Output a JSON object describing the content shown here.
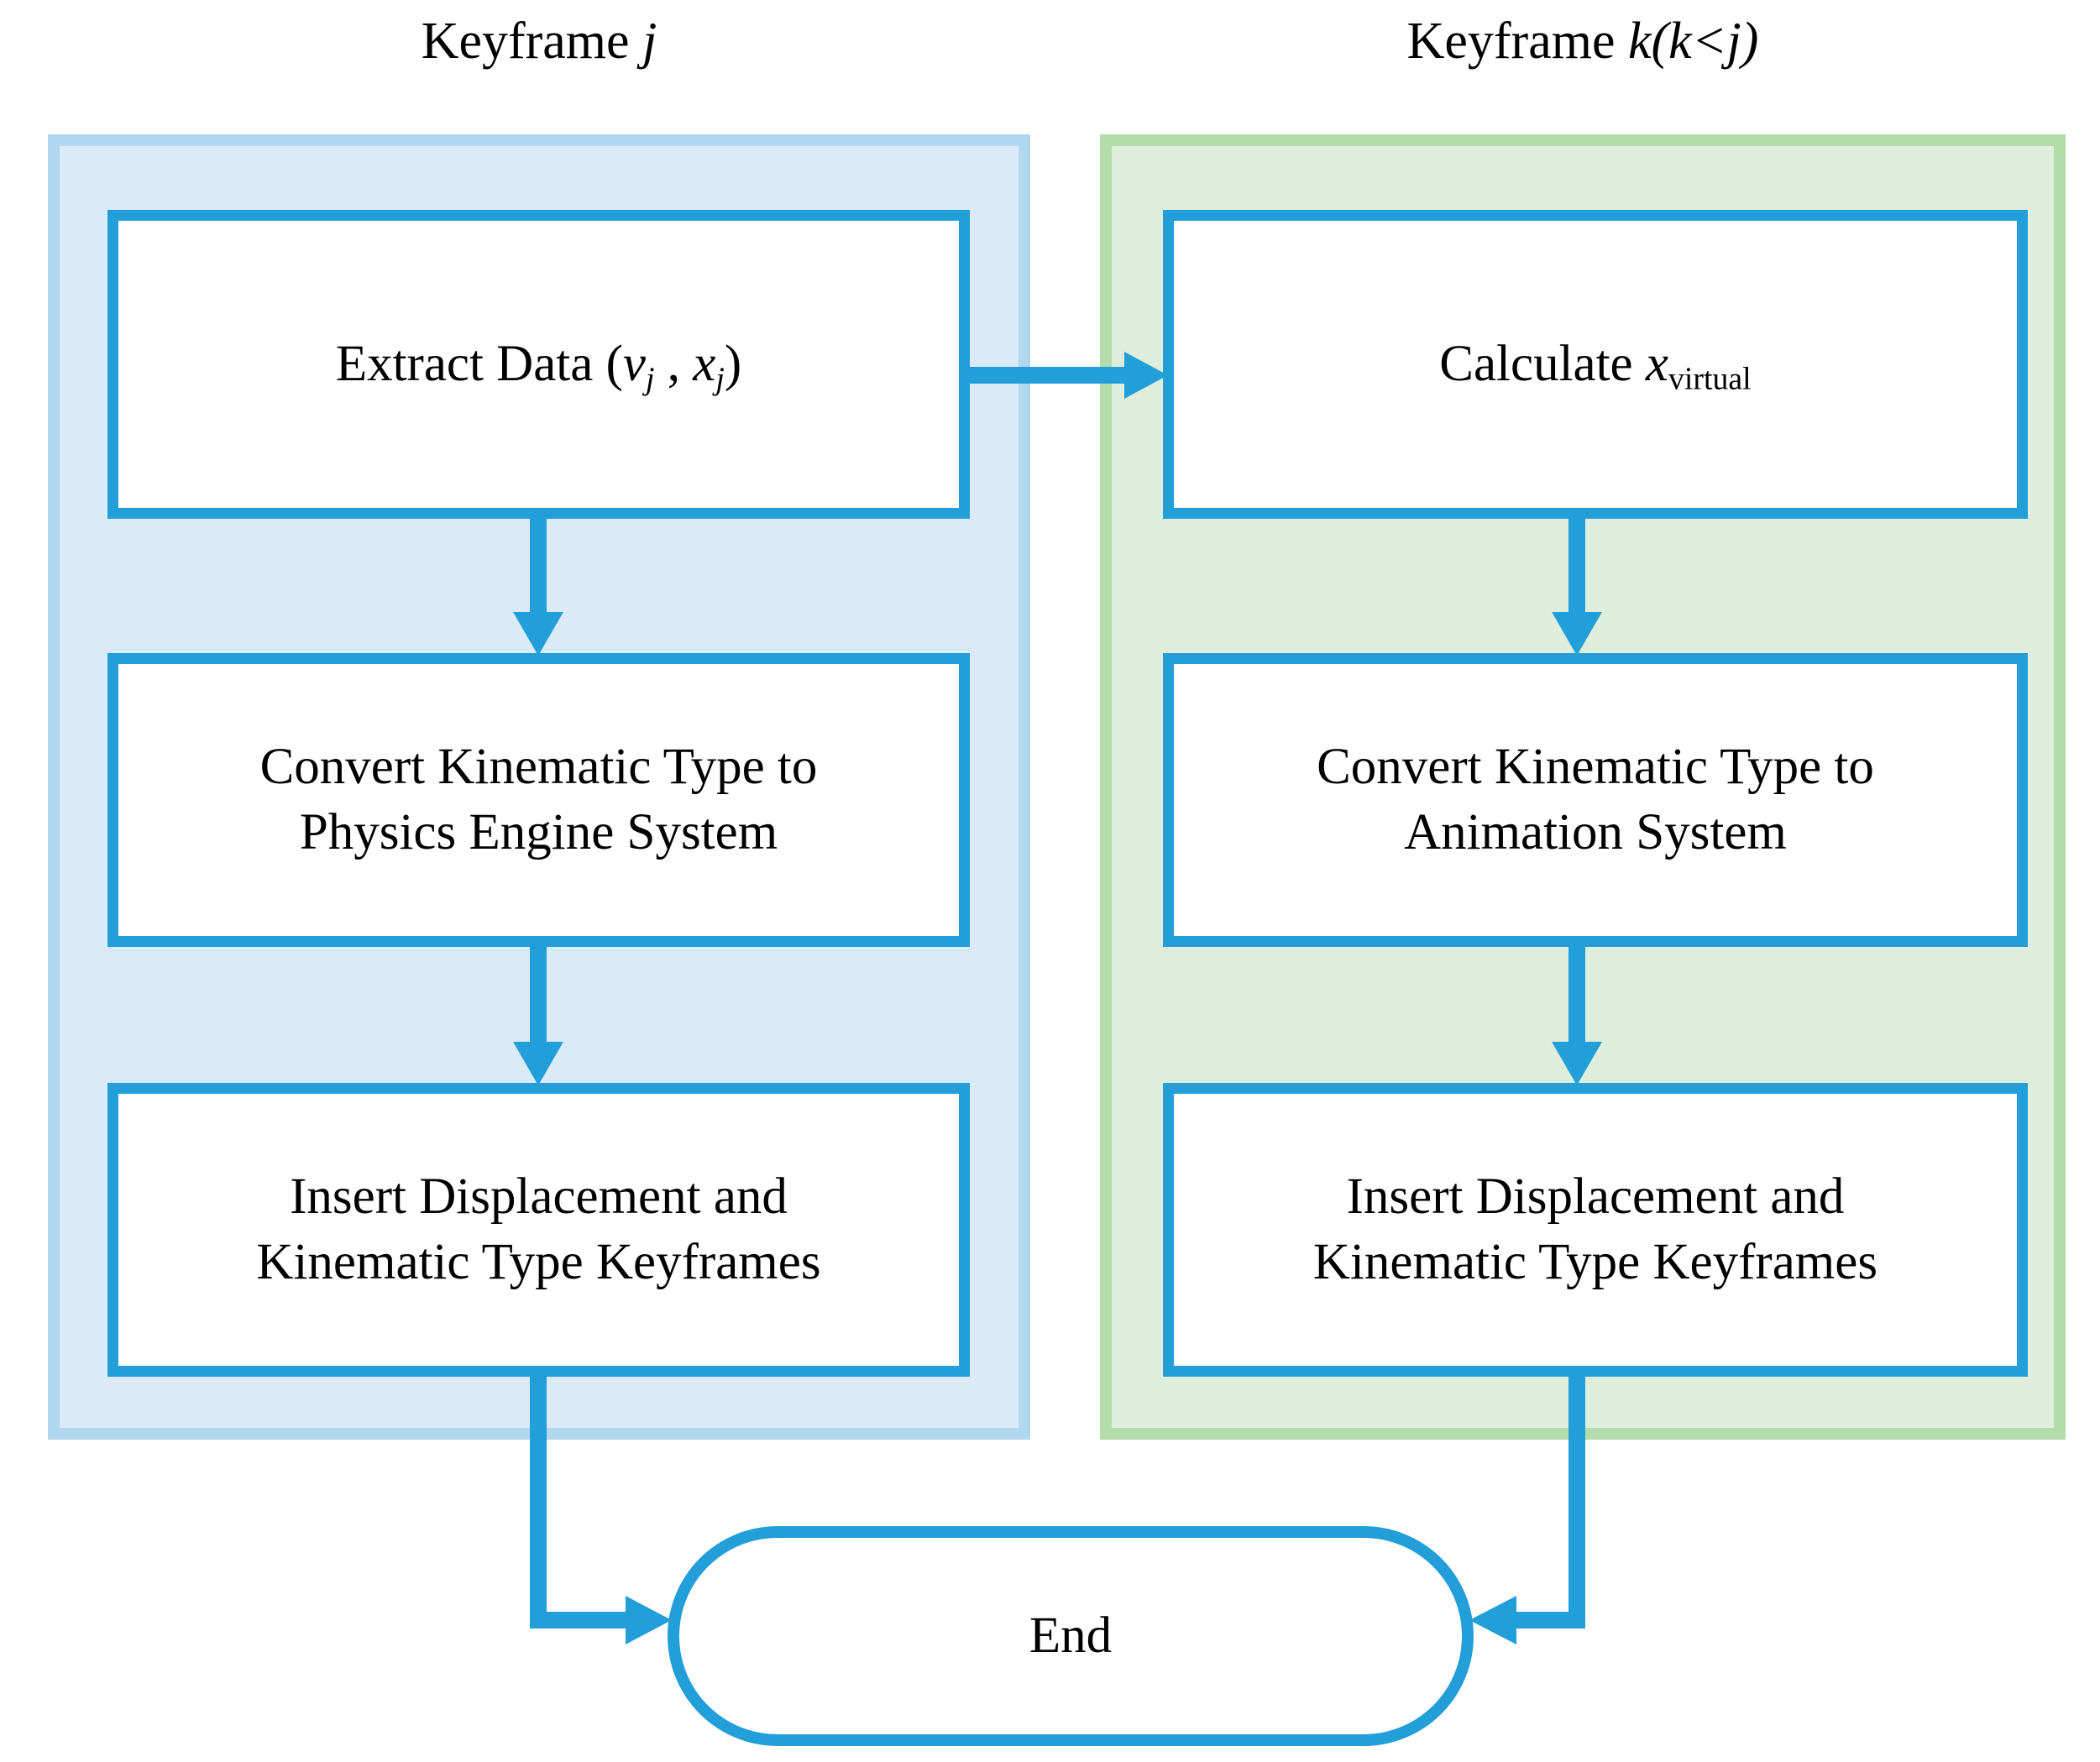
{
  "diagram": {
    "title": "Keyframe Processing Flowchart",
    "accent_color": "#229ed9",
    "panel_left_fill": "#daeaf7",
    "panel_left_border": "#b2d8ef",
    "panel_right_fill": "#dfeedc",
    "panel_right_border": "#b4dcaa",
    "text_color": "#000000",
    "background": "#ffffff"
  },
  "headers": {
    "left": {
      "prefix": "Keyframe ",
      "symbol": "j"
    },
    "right": {
      "prefix": "Keyframe ",
      "symbol": "k(k<j)"
    }
  },
  "left_column": {
    "panel_label": "Keyframe j",
    "boxes": [
      {
        "id": "extract-data",
        "prefix": "Extract Data (",
        "var1": "v",
        "sub1": "j",
        "middle": " , ",
        "var2": "x",
        "sub2": "j",
        "suffix": ")",
        "plain_text": "Extract Data (v_j , x_j)"
      },
      {
        "id": "convert-physics",
        "line1": "Convert Kinematic Type to",
        "line2": "Physics Engine System"
      },
      {
        "id": "insert-keyframes-left",
        "line1": "Insert Displacement and",
        "line2": "Kinematic Type Keyframes"
      }
    ]
  },
  "right_column": {
    "panel_label": "Keyframe k(k<j)",
    "boxes": [
      {
        "id": "calculate-x-virtual",
        "prefix": "Calculate ",
        "var1": "x",
        "sub1": "virtual",
        "plain_text": "Calculate x_virtual"
      },
      {
        "id": "convert-animation",
        "line1": "Convert Kinematic Type to",
        "line2": "Animation System"
      },
      {
        "id": "insert-keyframes-right",
        "line1": "Insert Displacement and",
        "line2": "Kinematic Type Keyframes"
      }
    ]
  },
  "terminator": {
    "id": "end-node",
    "label": "End",
    "shape": "rounded-pill"
  },
  "connectors": [
    {
      "from": "extract-data",
      "to": "calculate-x-virtual",
      "direction": "right"
    },
    {
      "from": "extract-data",
      "to": "convert-physics",
      "direction": "down"
    },
    {
      "from": "convert-physics",
      "to": "insert-keyframes-left",
      "direction": "down"
    },
    {
      "from": "calculate-x-virtual",
      "to": "convert-animation",
      "direction": "down"
    },
    {
      "from": "convert-animation",
      "to": "insert-keyframes-right",
      "direction": "down"
    },
    {
      "from": "insert-keyframes-left",
      "to": "end-node",
      "direction": "down-right"
    },
    {
      "from": "insert-keyframes-right",
      "to": "end-node",
      "direction": "down-left"
    }
  ]
}
